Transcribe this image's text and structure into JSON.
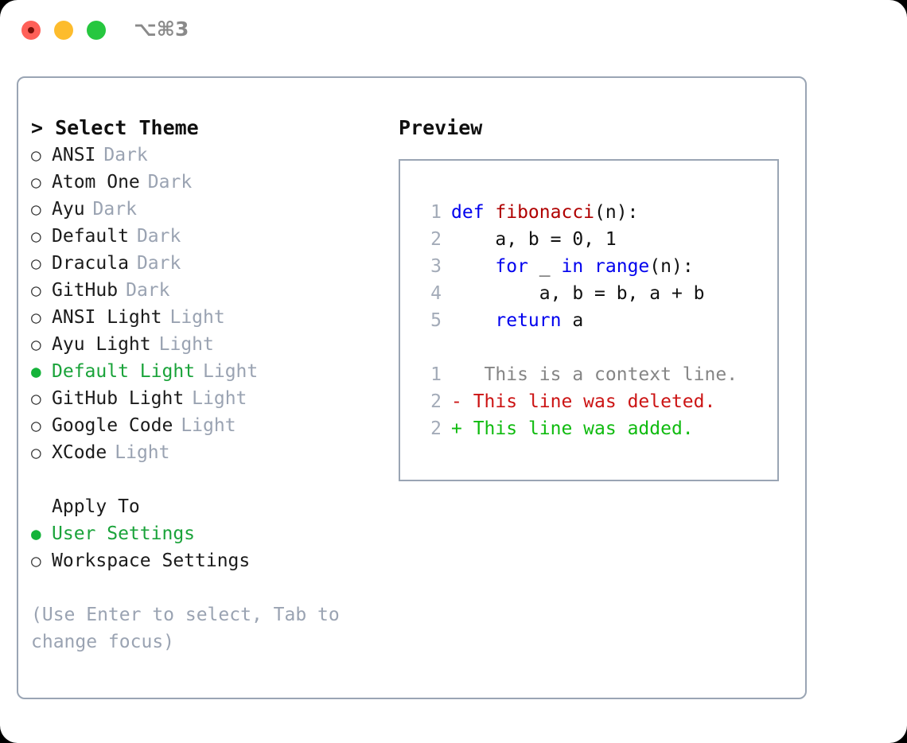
{
  "window": {
    "title_shortcut": "⌥⌘3",
    "traffic_lights": [
      {
        "name": "close",
        "color": "#ff6058"
      },
      {
        "name": "minimize",
        "color": "#fdbc2d"
      },
      {
        "name": "zoom",
        "color": "#26c73f"
      }
    ]
  },
  "theme_panel": {
    "header": "> Select Theme",
    "items": [
      {
        "marker": "○",
        "label": "ANSI",
        "badge": "Dark",
        "selected": false
      },
      {
        "marker": "○",
        "label": "Atom One",
        "badge": "Dark",
        "selected": false
      },
      {
        "marker": "○",
        "label": "Ayu",
        "badge": "Dark",
        "selected": false
      },
      {
        "marker": "○",
        "label": "Default",
        "badge": "Dark",
        "selected": false
      },
      {
        "marker": "○",
        "label": "Dracula",
        "badge": "Dark",
        "selected": false
      },
      {
        "marker": "○",
        "label": "GitHub",
        "badge": "Dark",
        "selected": false
      },
      {
        "marker": "○",
        "label": "ANSI Light",
        "badge": "Light",
        "selected": false
      },
      {
        "marker": "○",
        "label": "Ayu Light",
        "badge": "Light",
        "selected": false
      },
      {
        "marker": "●",
        "label": "Default Light",
        "badge": "Light",
        "selected": true
      },
      {
        "marker": "○",
        "label": "GitHub Light",
        "badge": "Light",
        "selected": false
      },
      {
        "marker": "○",
        "label": "Google Code",
        "badge": "Light",
        "selected": false
      },
      {
        "marker": "○",
        "label": "XCode",
        "badge": "Light",
        "selected": false
      }
    ]
  },
  "apply_to": {
    "header": "Apply To",
    "items": [
      {
        "marker": "●",
        "label": "User Settings",
        "selected": true
      },
      {
        "marker": "○",
        "label": "Workspace Settings",
        "selected": false
      }
    ]
  },
  "hint": "(Use Enter to select, Tab to change focus)",
  "preview": {
    "header": "Preview",
    "code_lines": [
      {
        "lineno": "1",
        "tokens": [
          {
            "text": "def ",
            "kind": "kw"
          },
          {
            "text": "fibonacci",
            "kind": "fn"
          },
          {
            "text": "(n):",
            "kind": "txt"
          }
        ]
      },
      {
        "lineno": "2",
        "tokens": [
          {
            "text": "    a, b = 0, 1",
            "kind": "txt"
          }
        ]
      },
      {
        "lineno": "3",
        "tokens": [
          {
            "text": "    ",
            "kind": "txt"
          },
          {
            "text": "for",
            "kind": "kw"
          },
          {
            "text": " _ ",
            "kind": "txt"
          },
          {
            "text": "in",
            "kind": "kw"
          },
          {
            "text": " ",
            "kind": "txt"
          },
          {
            "text": "range",
            "kind": "bi"
          },
          {
            "text": "(n):",
            "kind": "txt"
          }
        ]
      },
      {
        "lineno": "4",
        "tokens": [
          {
            "text": "        a, b = b, a + b",
            "kind": "txt"
          }
        ]
      },
      {
        "lineno": "5",
        "tokens": [
          {
            "text": "    ",
            "kind": "txt"
          },
          {
            "text": "return",
            "kind": "kw"
          },
          {
            "text": " a",
            "kind": "txt"
          }
        ]
      }
    ],
    "diff_lines": [
      {
        "lineno": "1",
        "sign": " ",
        "text": "  This is a context line.",
        "kind": "ctx"
      },
      {
        "lineno": "2",
        "sign": "-",
        "text": " This line was deleted.",
        "kind": "del"
      },
      {
        "lineno": "2",
        "sign": "+",
        "text": " This line was added.",
        "kind": "add"
      }
    ]
  },
  "colors": {
    "accent_green": "#1aa33a",
    "badge_gray": "#9aa3b2",
    "border": "#9aa5b4",
    "keyword_blue": "#0000ee",
    "function_red": "#b00000",
    "diff_delete": "#cc1414",
    "diff_add": "#10bb10",
    "lineno": "#a3abb8"
  }
}
